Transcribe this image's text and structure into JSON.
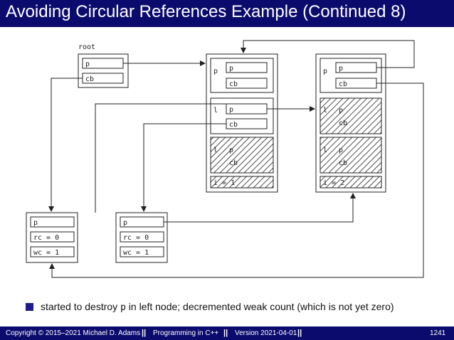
{
  "title": "Avoiding Circular References Example (Continued 8)",
  "diagram": {
    "root_label": "root",
    "field_p": "p",
    "field_cb": "cb",
    "field_l": "l",
    "i_left": "i = 1",
    "i_right": "i = 2",
    "rc": "rc = 0",
    "wc": "wc = 1"
  },
  "bullet": {
    "before": "started to destroy ",
    "code": "p",
    "after": " in left node; decremented weak count (which is not yet zero)"
  },
  "footer": {
    "copyright": "Copyright © 2015–2021 Michael D. Adams",
    "sep": "||",
    "course": "Programming in C++",
    "version": "Version 2021-04-01",
    "page": "1241"
  }
}
